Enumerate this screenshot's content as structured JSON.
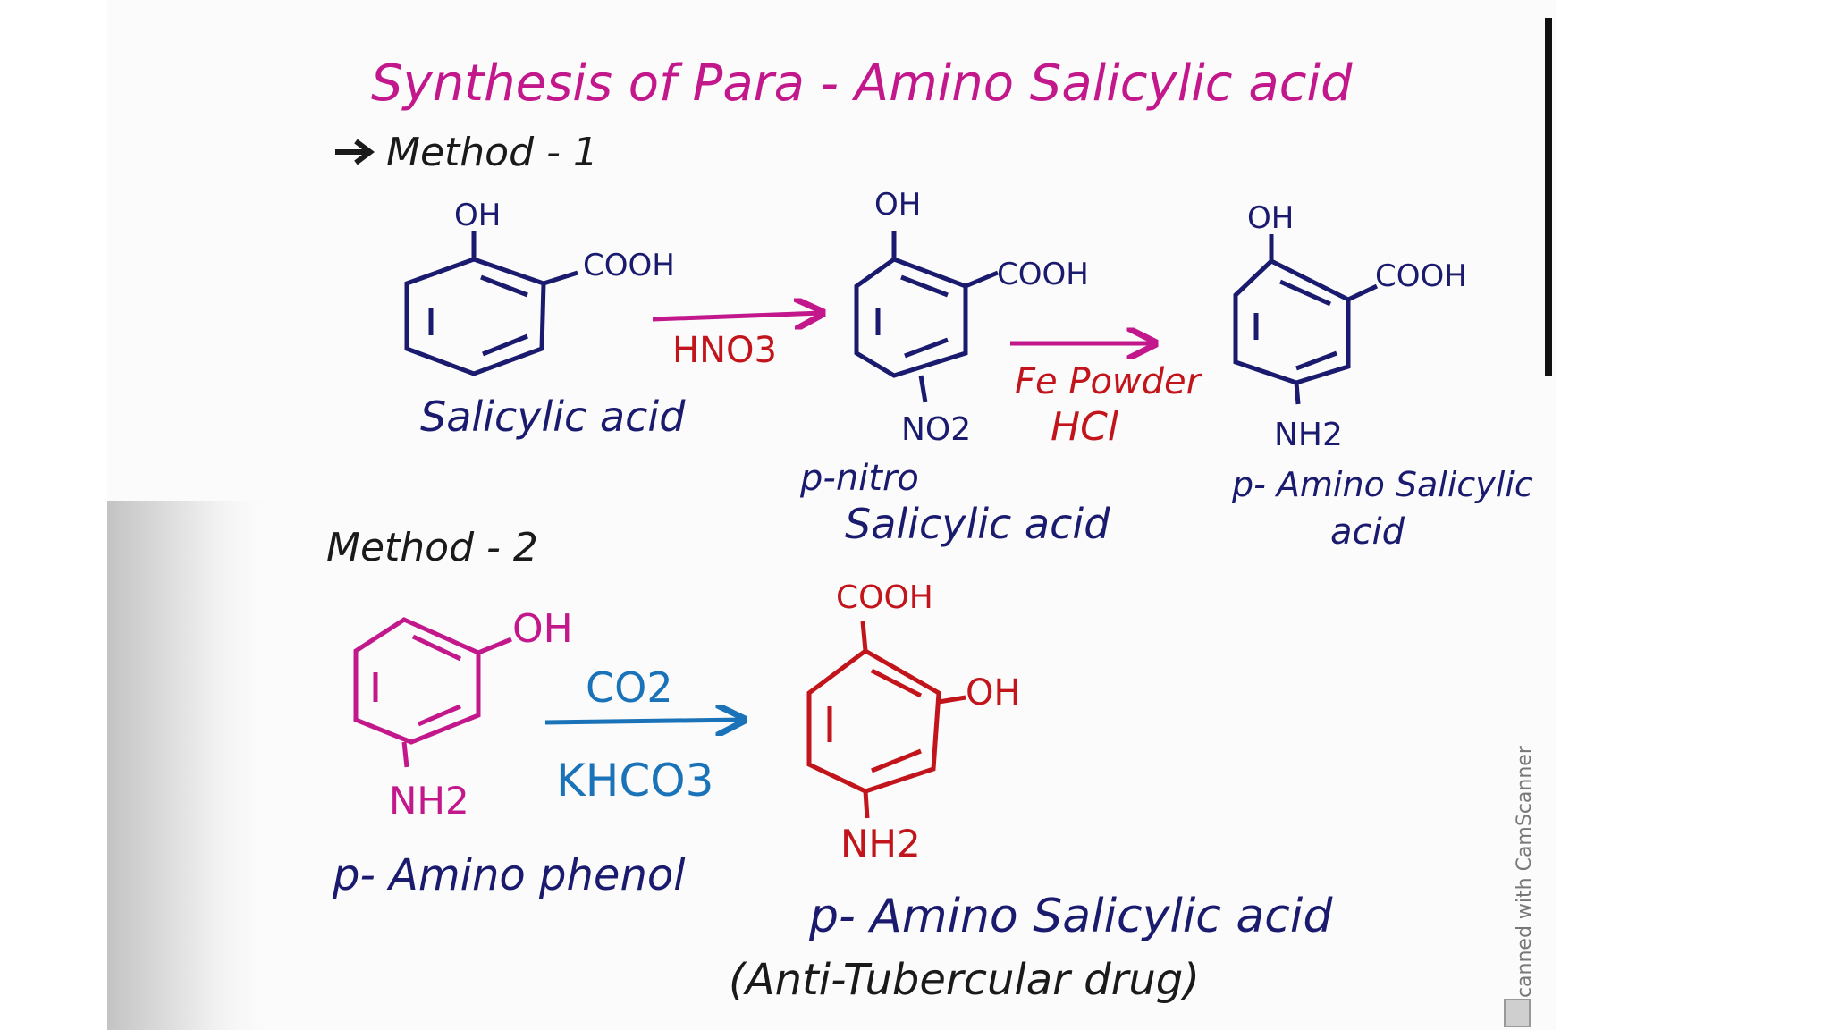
{
  "title": "Synthesis of Para - Amino Salicylic acid",
  "colors": {
    "magenta": "#c2188b",
    "navy": "#1a1a6e",
    "red": "#c2151b",
    "blue": "#1a73b8",
    "ink": "#1a1a1a"
  },
  "method1": {
    "heading": "Method - 1",
    "arrow_icon": "arrow-right-icon",
    "reactant": {
      "oh": "OH",
      "cooh": "COOH",
      "name": "Salicylic acid"
    },
    "step1": {
      "reagent": "HNO3"
    },
    "intermediate": {
      "oh": "OH",
      "cooh": "COOH",
      "no2": "NO2",
      "name_line1": "p-nitro",
      "name_line2": "Salicylic acid"
    },
    "step2": {
      "reagent_line1": "Fe Powder",
      "reagent_line2": "HCl"
    },
    "product": {
      "oh": "OH",
      "cooh": "COOH",
      "nh2": "NH2",
      "name_line1": "p- Amino Salicylic",
      "name_line2": "acid"
    }
  },
  "method2": {
    "heading": "Method - 2",
    "reactant": {
      "oh": "OH",
      "nh2": "NH2",
      "name": "p- Amino phenol"
    },
    "step": {
      "reagent_top": "CO2",
      "reagent_bottom": "KHCO3"
    },
    "product": {
      "cooh": "COOH",
      "oh": "OH",
      "nh2": "NH2",
      "name": "p- Amino Salicylic acid",
      "note": "(Anti-Tubercular drug)"
    }
  },
  "watermark": "Scanned with CamScanner"
}
